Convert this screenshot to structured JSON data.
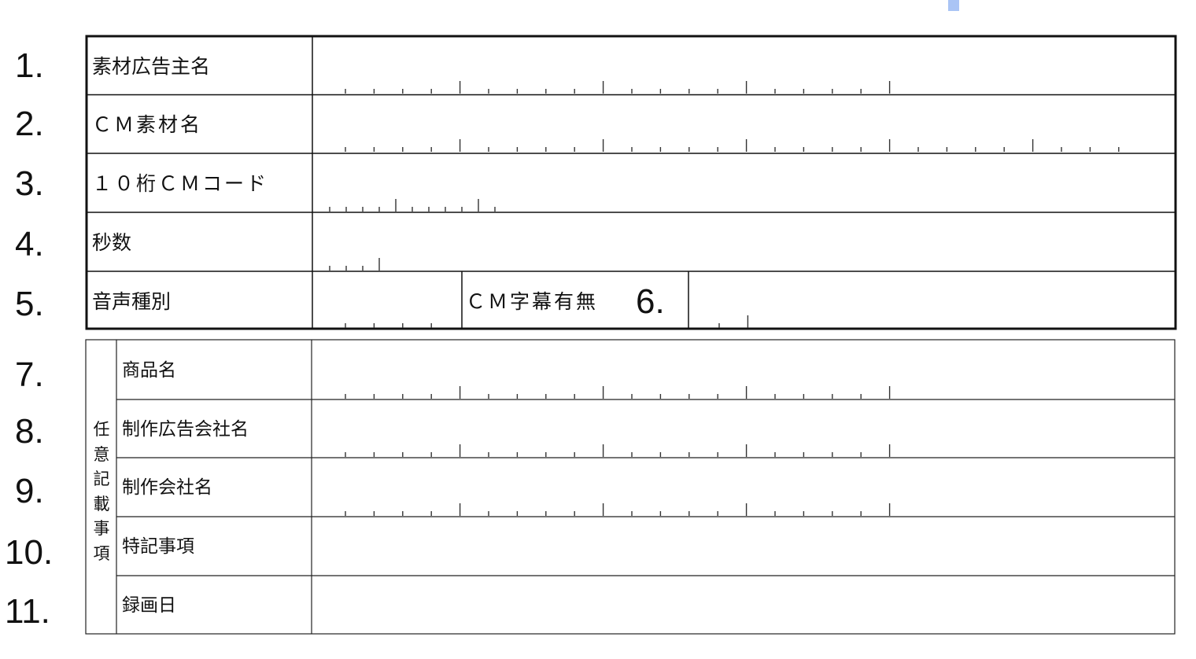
{
  "accent_color": "#aac4f5",
  "section1": {
    "numbers": [
      "1.",
      "2.",
      "3.",
      "4.",
      "5.",
      "6."
    ],
    "fields": {
      "advertiser": "素材広告主名",
      "cm_material": "ＣＭ素材名",
      "cm_code": "１０桁ＣＭコード",
      "seconds": "秒数",
      "audio_type": "音声種別",
      "subtitles": "ＣＭ字幕有無"
    }
  },
  "section2": {
    "numbers": [
      "7.",
      "8.",
      "9.",
      "10.",
      "11."
    ],
    "group_label": [
      "任",
      "意",
      "記",
      "載",
      "事",
      "項"
    ],
    "fields": {
      "product": "商品名",
      "producer_agency": "制作広告会社名",
      "production_company": "制作会社名",
      "notes": "特記事項",
      "recording_date": "録画日"
    }
  }
}
